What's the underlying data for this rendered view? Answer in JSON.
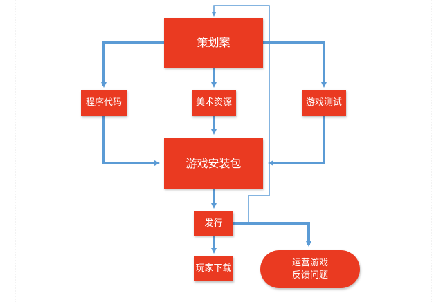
{
  "diagram": {
    "accent_color": "#ea3a21",
    "line_color": "#5b9bd5",
    "nodes": {
      "plan": "策划案",
      "code": "程序代码",
      "art": "美术资源",
      "test": "游戏测试",
      "package": "游戏安装包",
      "publish": "发行",
      "download": "玩家下载",
      "feedback": "运营游戏\n反馈问题"
    }
  }
}
